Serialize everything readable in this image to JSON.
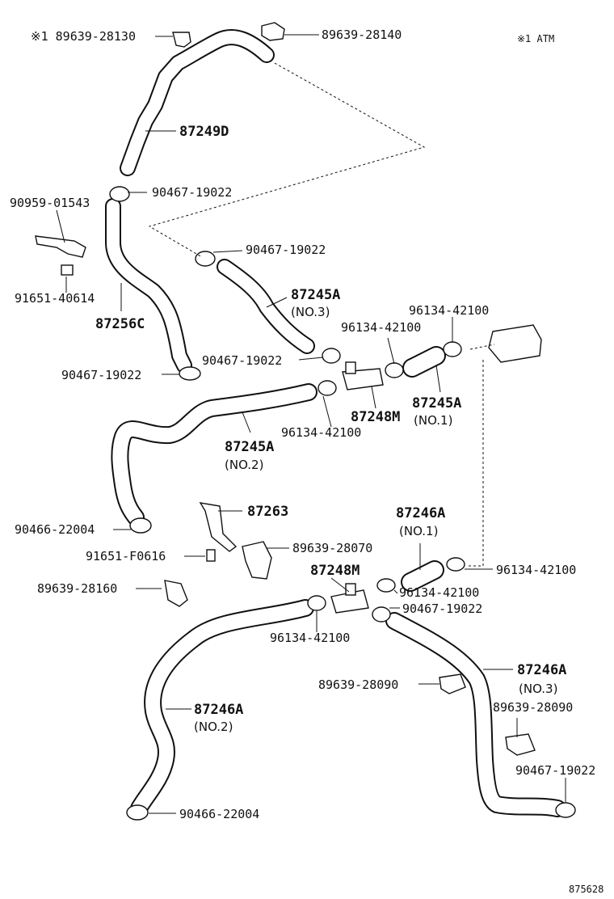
{
  "labels": {
    "top_note_part": "※1 89639-28130",
    "clip_top_right": "89639-28140",
    "note_atm": "※1 ATM",
    "hose_87249D": "87249D",
    "clamp_a": "90467-19022",
    "bracket_90959": "90959-01543",
    "clamp_b": "90467-19022",
    "bolt_91651_40614": "91651-40614",
    "hose_87245A_no3": "87245A",
    "no3_a": "(NO.3)",
    "hose_87256C": "87256C",
    "clamp_96134_a": "96134-42100",
    "clamp_96134_b": "96134-42100",
    "clamp_c": "90467-19022",
    "clamp_d": "90467-19022",
    "hose_87245A_no1": "87245A",
    "no1_a": "(NO.1)",
    "joint_87248M_a": "87248M",
    "clamp_96134_c": "96134-42100",
    "hose_87245A_no2": "87245A",
    "no2_a": "(NO.2)",
    "clamp_90466_a": "90466-22004",
    "bracket_87263": "87263",
    "hose_87246A_no1": "87246A",
    "no1_b": "(NO.1)",
    "bolt_91651_F0616": "91651-F0616",
    "clip_89639_28070": "89639-28070",
    "clamp_96134_d": "96134-42100",
    "joint_87248M_b": "87248M",
    "clip_89639_28160": "89639-28160",
    "clamp_96134_e": "96134-42100",
    "clamp_e": "90467-19022",
    "clamp_96134_f": "96134-42100",
    "hose_87246A_no3": "87246A",
    "no3_b": "(NO.3)",
    "clip_89639_28090_a": "89639-28090",
    "clip_89639_28090_b": "89639-28090",
    "hose_87246A_no2": "87246A",
    "no2_b": "(NO.2)",
    "clamp_f": "90467-19022",
    "clamp_90466_b": "90466-22004",
    "figure_number": "875628"
  }
}
